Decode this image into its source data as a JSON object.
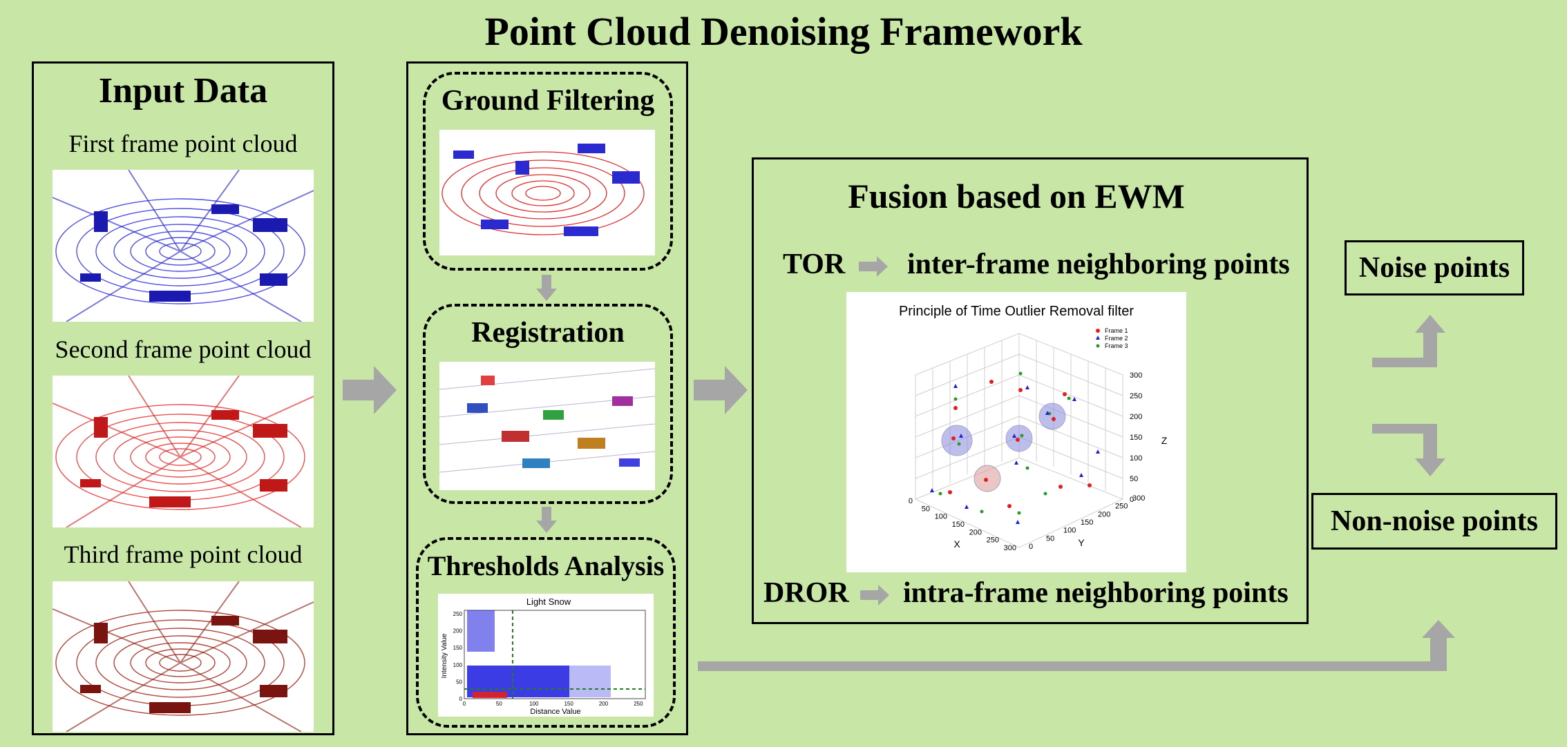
{
  "title": "Point Cloud Denoising Framework",
  "input": {
    "heading": "Input Data",
    "frames": [
      "First frame point cloud",
      "Second frame point cloud",
      "Third frame point cloud"
    ]
  },
  "processing": {
    "steps": [
      "Ground Filtering",
      "Registration",
      "Thresholds Analysis"
    ],
    "threshold_chart": {
      "title": "Light Snow",
      "xlabel": "Distance Value",
      "ylabel": "Intensity Value",
      "xticks": [
        "0",
        "50",
        "100",
        "150",
        "200",
        "250"
      ],
      "yticks": [
        "0",
        "50",
        "100",
        "150",
        "200",
        "250"
      ]
    }
  },
  "fusion": {
    "heading": "Fusion based on EWM",
    "tor_label": "TOR",
    "tor_text": "inter-frame neighboring points",
    "dror_label": "DROR",
    "dror_text": "intra-frame neighboring points",
    "plot": {
      "title": "Principle of Time Outlier Removal filter",
      "legend": [
        "Frame 1",
        "Frame 2",
        "Frame 3"
      ],
      "xlabel": "X",
      "ylabel": "Y",
      "zlabel": "Z",
      "xticks": [
        "0",
        "50",
        "100",
        "150",
        "200",
        "250",
        "300"
      ],
      "yticks": [
        "0",
        "50",
        "100",
        "150",
        "200",
        "250",
        "300"
      ],
      "zticks": [
        "0",
        "50",
        "100",
        "150",
        "200",
        "250",
        "300"
      ]
    }
  },
  "outputs": {
    "noise": "Noise points",
    "non_noise": "Non-noise points"
  },
  "colors": {
    "background": "#c8e6a6",
    "arrow": "#a6a6a6",
    "frame1": "#1f1fd6",
    "frame2": "#e02020",
    "frame3": "#9a1a10"
  }
}
